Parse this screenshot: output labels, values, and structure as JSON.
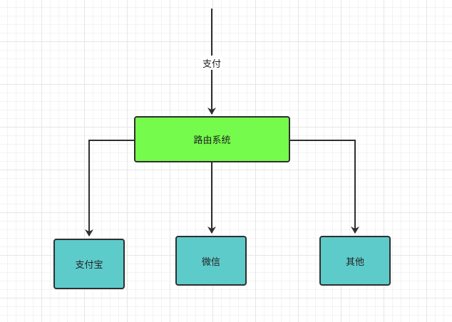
{
  "diagram": {
    "colors": {
      "router_fill": "#75fb4c",
      "target_fill": "#5ecbcb",
      "stroke": "#2f2f2f"
    },
    "incoming_edge": {
      "label": "支付"
    },
    "router": {
      "label": "路由系统"
    },
    "targets": [
      {
        "label": "支付宝"
      },
      {
        "label": "微信"
      },
      {
        "label": "其他"
      }
    ]
  }
}
